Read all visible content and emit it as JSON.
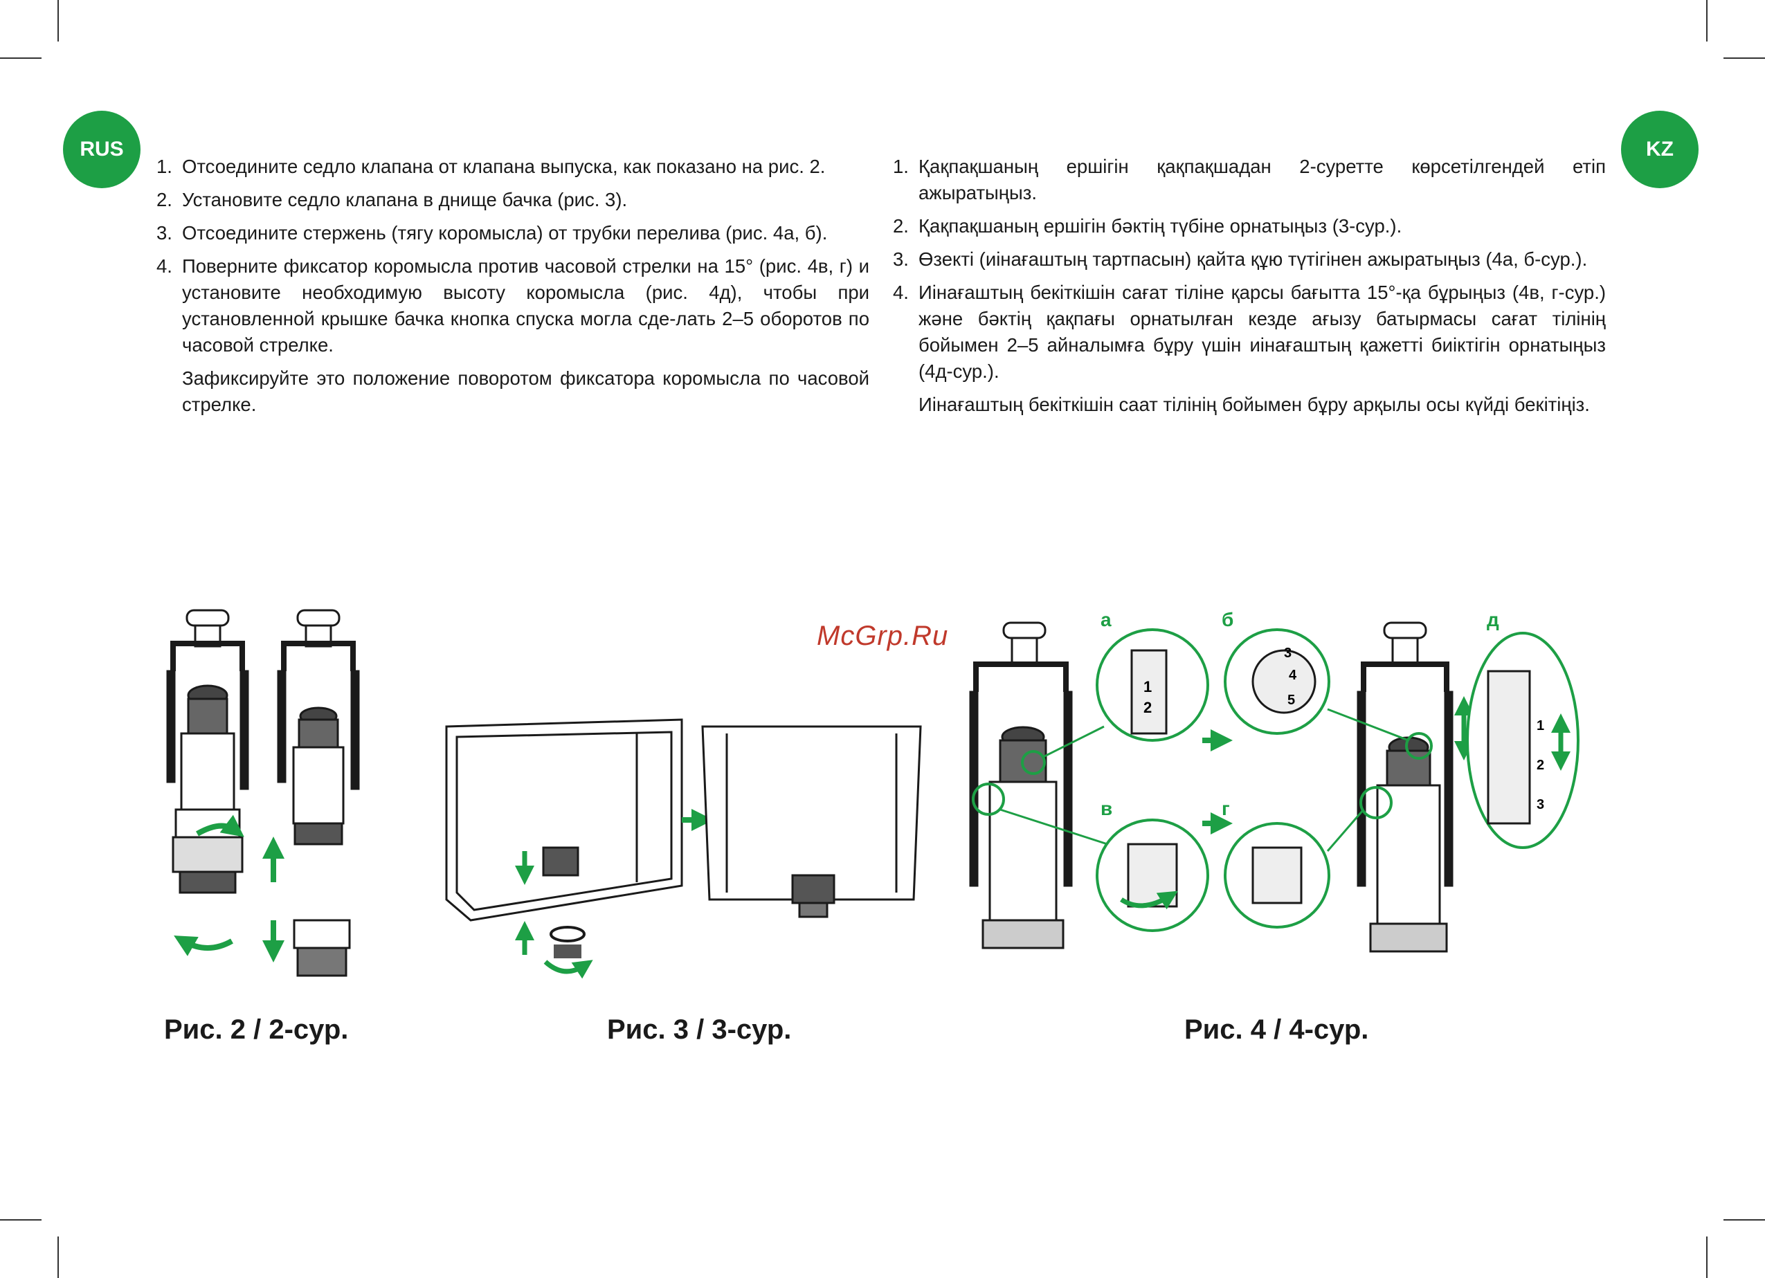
{
  "badges": {
    "left": "RUS",
    "right": "KZ"
  },
  "ru": {
    "items": [
      {
        "num": "1.",
        "text": "Отсоедините седло клапана от клапана выпуска, как показано на рис. 2."
      },
      {
        "num": "2.",
        "text": "Установите седло клапана в днище бачка (рис. 3)."
      },
      {
        "num": "3.",
        "text": "Отсоедините стержень (тягу коромысла) от трубки перелива (рис. 4а, б)."
      },
      {
        "num": "4.",
        "text": "Поверните фиксатор коромысла против часовой стрелки на 15° (рис. 4в, г) и установите необходимую высоту коромысла (рис. 4д), чтобы при установленной крышке бачка кнопка спуска могла сде-лать 2–5 оборотов по часовой стрелке."
      }
    ],
    "note": "Зафиксируйте это положение поворотом фиксатора коромысла по часовой стрелке."
  },
  "kz": {
    "items": [
      {
        "num": "1.",
        "text": "Қақпақшаның ершігін қақпақшадан 2-суретте көрсетілгендей етіп ажыратыңыз."
      },
      {
        "num": "2.",
        "text": "Қақпақшаның ершігін бәктің түбіне орнатыңыз (3-сур.)."
      },
      {
        "num": "3.",
        "text": "Өзекті (иінағаштың тартпасын) қайта құю түтігінен ажыратыңыз (4а, б-сур.)."
      },
      {
        "num": "4.",
        "text": "Иінағаштың бекіткішін сағат тіліне қарсы бағытта 15°-қа бұрыңыз (4в, г-сур.) және бәктің қақпағы орнатылған кезде ағызу батырмасы сағат тілінің бойымен 2–5 айналымға бұру үшін иінағаштың қажетті биіктігін орнатыңыз (4д-сур.)."
      }
    ],
    "note": "Иінағаштың бекіткішін саат тілінің бойымен бұру арқылы осы күйді бекітіңіз."
  },
  "captions": {
    "fig2": "Рис. 2 / 2-сур.",
    "fig3": "Рис. 3 / 3-сур.",
    "fig4": "Рис. 4 / 4-сур."
  },
  "watermark": "McGrp.Ru",
  "fig4_labels": {
    "a": "а",
    "b": "б",
    "v": "в",
    "g": "г",
    "d": "д"
  },
  "scale_labels": {
    "one": "1",
    "two": "2",
    "three": "3"
  },
  "dial_labels": [
    "1",
    "2",
    "3",
    "4",
    "5"
  ],
  "colors": {
    "accent": "#1d9f45",
    "text": "#1a1a1a",
    "watermark": "#c0392b"
  }
}
